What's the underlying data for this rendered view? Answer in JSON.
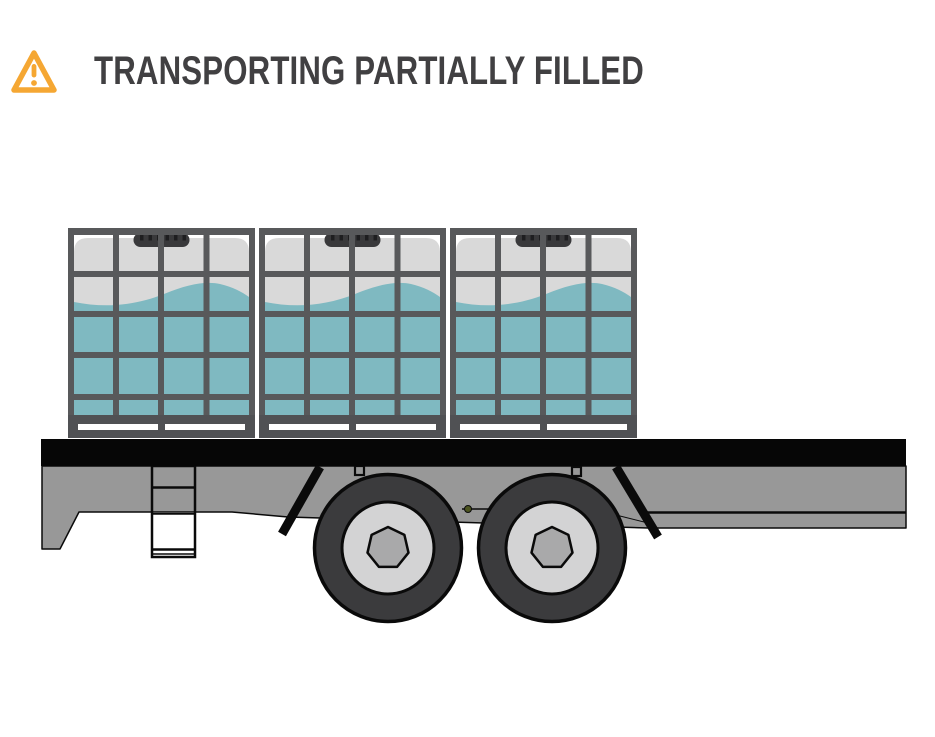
{
  "header": {
    "title": "TRANSPORTING PARTIALLY FILLED",
    "icon": "warning-triangle"
  },
  "illustration": {
    "scene": "three partially filled IBC totes strapped on a flatbed trailer",
    "tote_count": 3,
    "fill_level_percent": 65
  },
  "colors": {
    "page-white": "#FFFFFF",
    "accent-orange": "#F5A733",
    "title-gray": "#414042",
    "cage-gray": "#58595B",
    "tank-gray": "#D9D9D9",
    "liquid-teal": "#7FB9C1",
    "cap-dark": "#39393B",
    "cap-notch": "#1E1E20",
    "base-gray": "#505154",
    "slot-white": "#FFFFFF",
    "deck-black": "#060606",
    "trailer-gray": "#989898",
    "outline-black": "#0A0A0A",
    "tire-dark": "#3B3B3D",
    "rim-light": "#D3D3D4",
    "hub-gray": "#A9A9AA",
    "axle-bolt-green": "#4C5420"
  }
}
